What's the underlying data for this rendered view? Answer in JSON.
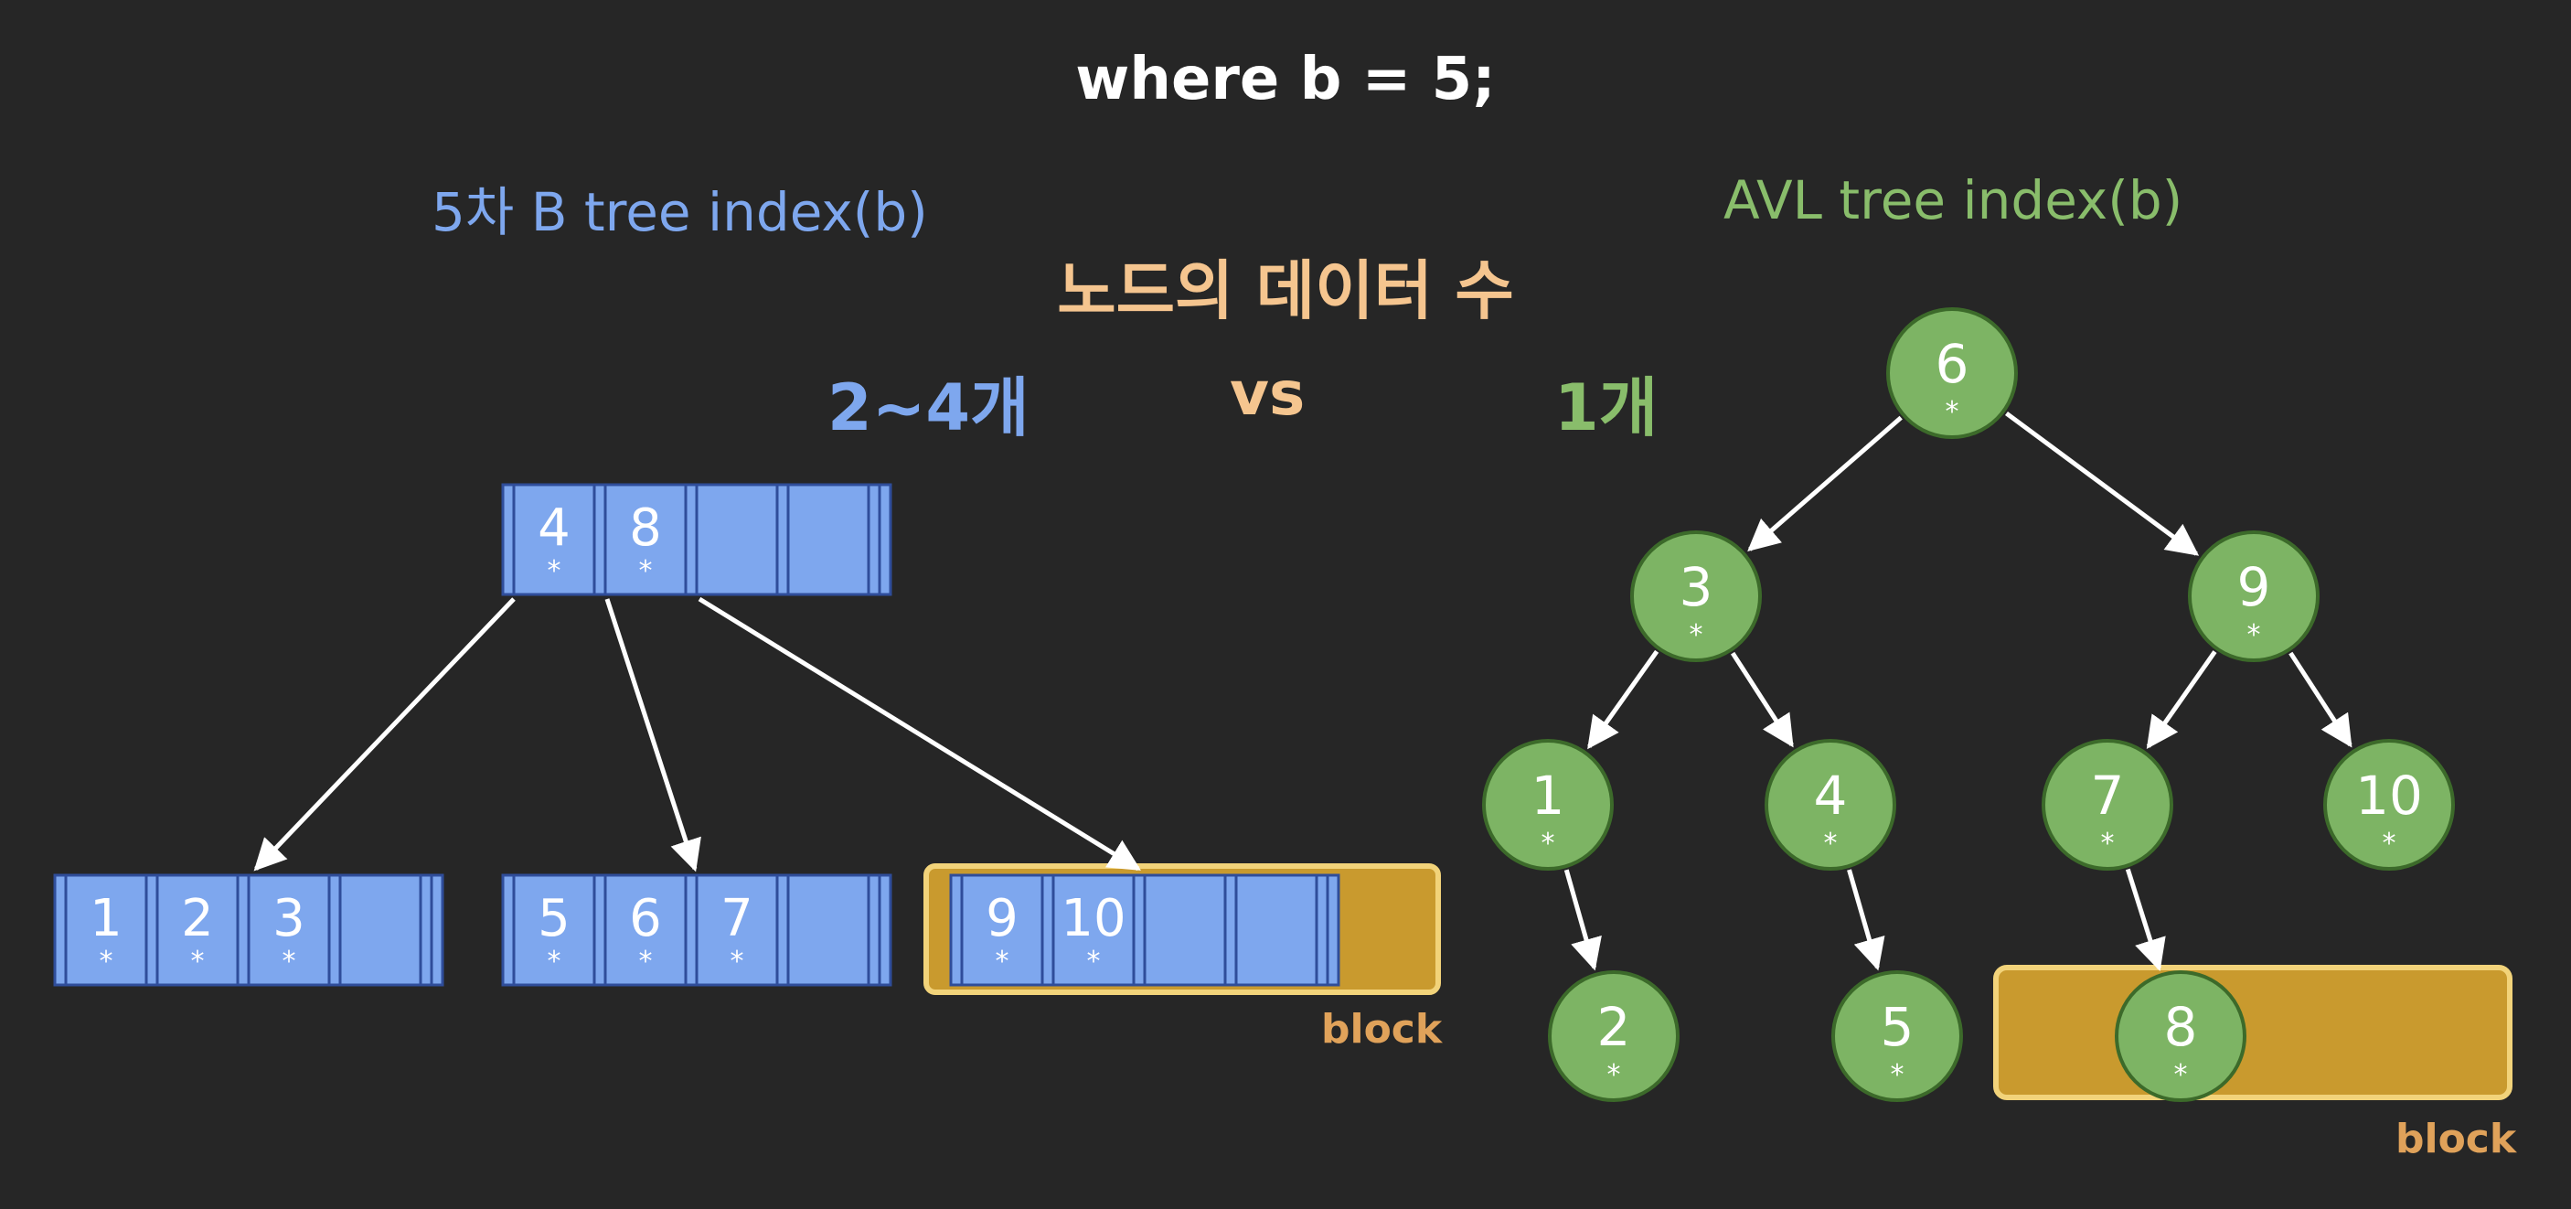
{
  "query": "where b = 5;",
  "btree": {
    "title": "5차 B tree index(b)",
    "count": "2~4개",
    "root": [
      "4",
      "8",
      "",
      ""
    ],
    "leaves": [
      [
        "1",
        "2",
        "3",
        ""
      ],
      [
        "5",
        "6",
        "7",
        ""
      ],
      [
        "9",
        "10",
        "",
        ""
      ]
    ],
    "pointer_mark": "*",
    "block_label": "block"
  },
  "comparison": {
    "title": "노드의 데이터 수",
    "vs": "vs"
  },
  "avl": {
    "title": "AVL tree index(b)",
    "count": "1개",
    "nodes": [
      "6",
      "3",
      "9",
      "1",
      "4",
      "7",
      "10",
      "2",
      "5",
      "8"
    ],
    "pointer_mark": "*",
    "block_label": "block"
  },
  "colors": {
    "background": "#262626",
    "btree_blue": "#7ea7ee",
    "avl_green": "#7db464",
    "highlight_gold": "#c99a2e",
    "label_orange": "#f5c58f"
  }
}
